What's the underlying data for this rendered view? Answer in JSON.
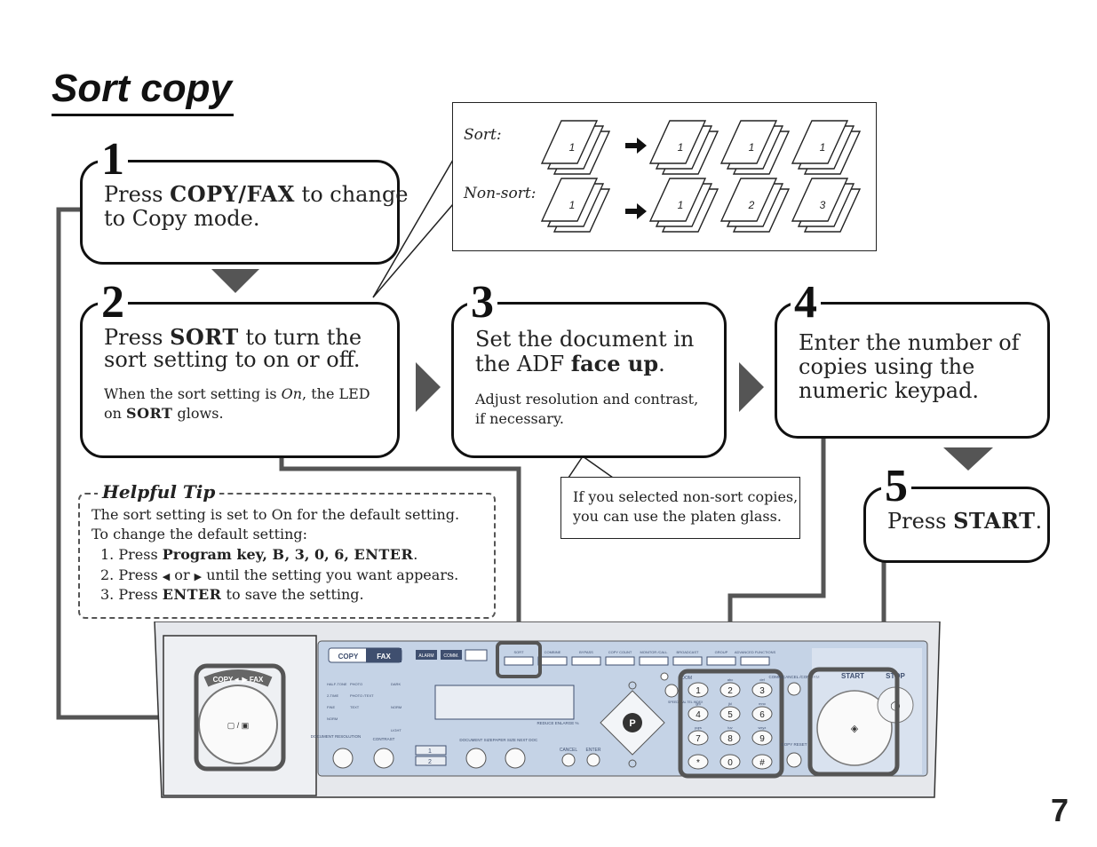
{
  "page_title": "Sort copy",
  "page_number": "7",
  "diagram": {
    "sort_label": "Sort:",
    "nonsort_label": "Non-sort:",
    "doc_digits": [
      "1",
      "2",
      "3"
    ]
  },
  "steps": [
    {
      "num": "1",
      "pre": "Press ",
      "key": "COPY/FAX",
      "post": " to change",
      "line2": "to Copy mode."
    },
    {
      "num": "2",
      "pre": "Press ",
      "key": "SORT",
      "post": " to turn the",
      "line2": "sort setting to on or off.",
      "sub1_pre": "When the sort setting is ",
      "sub1_em": "On",
      "sub1_post": ", the LED",
      "sub2_pre": "on ",
      "sub2_key": "SORT",
      "sub2_post": " glows."
    },
    {
      "num": "3",
      "line1": "Set the document in",
      "line2_pre": "the ADF ",
      "line2_bold": "face up",
      "line2_post": ".",
      "sub1": "Adjust resolution and contrast,",
      "sub2": "if necessary."
    },
    {
      "num": "4",
      "line1": "Enter the number of",
      "line2": "copies using the",
      "line3": "numeric keypad."
    },
    {
      "num": "5",
      "pre": "Press ",
      "key": "START",
      "post": "."
    }
  ],
  "note": {
    "line1": "If you selected non-sort copies,",
    "line2": "you can use the platen glass."
  },
  "tip": {
    "title": "Helpful Tip",
    "line1": "The sort setting is set to On for the default setting.",
    "line2": "To change the default setting:",
    "item1_pre": "1. Press ",
    "item1_bold": "Program key, ",
    "item1_key": "B",
    "item1_bold2": ", 3, 0, 6, ",
    "item1_key2": "ENTER",
    "item1_post": ".",
    "item2_pre": "2. Press ",
    "item2_mid": " or ",
    "item2_post": " until the setting you want appears.",
    "item3_pre": "3. Press ",
    "item3_key": "ENTER",
    "item3_post": " to save the setting."
  },
  "panel": {
    "copy": "COPY",
    "fax": "FAX",
    "alarm": "ALARM",
    "comm": "COMM.",
    "copyfax_label": "COPY◄ ▶ FAX",
    "top_buttons": [
      "SORT",
      "COMBINE",
      "BYPASS",
      "COPY COUNT",
      "MONITOR /CALL",
      "BROADCAST",
      "GROUP",
      "ADVANCED FUNCTIONS"
    ],
    "resolution": [
      "HALF-TONE",
      "PHOTO",
      "2-TIME",
      "PHOTO /TEXT",
      "FINE",
      "TEXT",
      "NORM"
    ],
    "contrast": [
      "DARK",
      "NORM",
      "LIGHT"
    ],
    "doc_res": "DOCUMENT RESOLUTION",
    "contrast_label": "CONTRAST",
    "doc_size": "DOCUMENT SIZE",
    "paper_size": "PAPER SIZE NEXT DOC",
    "reduce": "REDUCE ENLARGE %",
    "cancel": "CANCEL",
    "enter": "ENTER",
    "zoom": "ZOOM",
    "speed_dial": "SPEED DIAL TEL INDEX",
    "keys": [
      "1",
      "2",
      "3",
      "4",
      "5",
      "6",
      "7",
      "8",
      "9",
      "*",
      "0",
      "#"
    ],
    "key_letters": [
      "",
      "abc",
      "def",
      "ghi",
      "jkl",
      "mno",
      "pqrs",
      "tuv",
      "wxyz",
      "",
      "",
      ""
    ],
    "comm_cancel": "COMM.CANCEL /CONFIRM",
    "copy_reset": "COPY RESET",
    "start": "START",
    "stop": "STOP",
    "p_key": "P",
    "tray": [
      "1",
      "2"
    ]
  },
  "colors": {
    "panel": "#c5d3e6",
    "panel_dark": "#3f4f6f",
    "line": "#555555"
  }
}
